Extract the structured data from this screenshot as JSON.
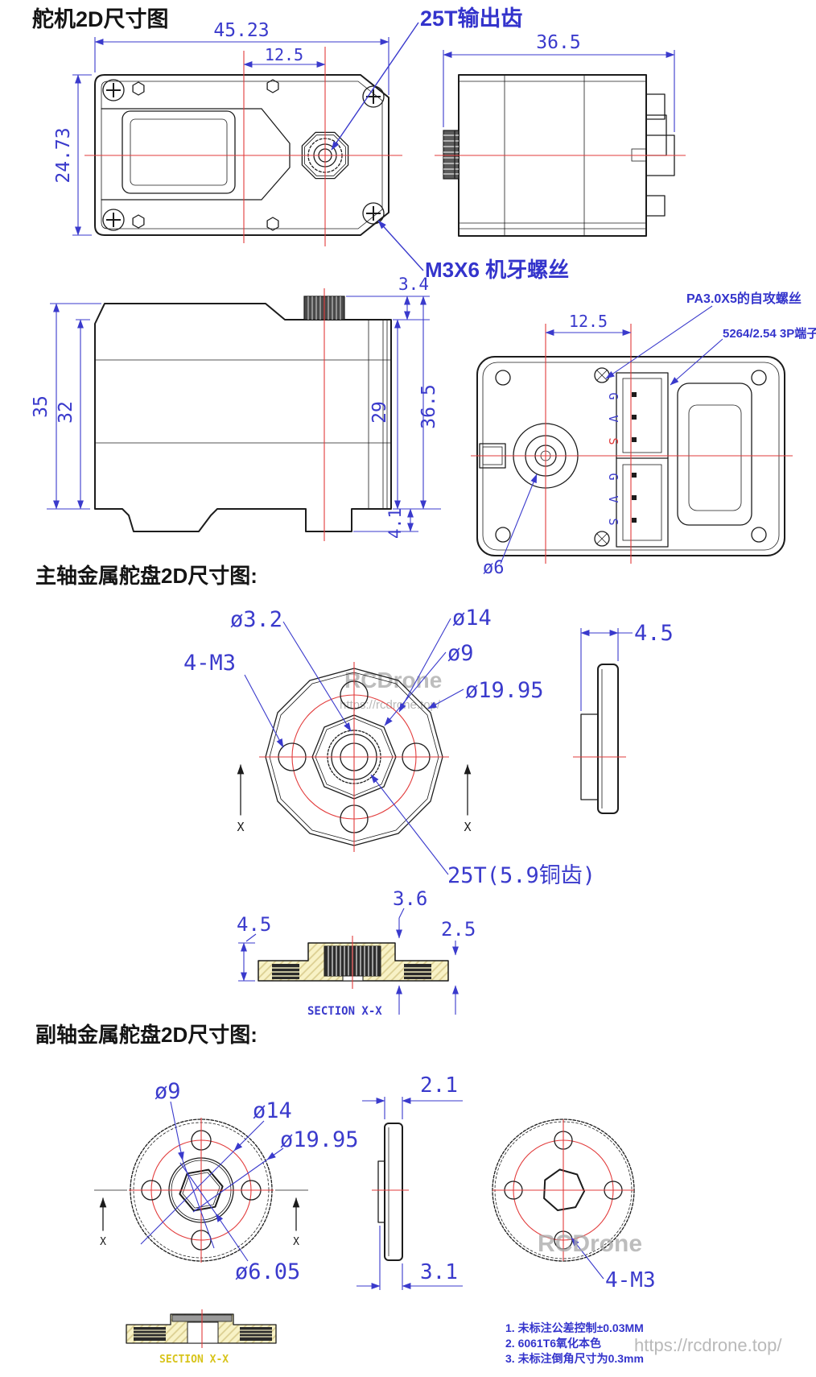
{
  "servo": {
    "heading": "舵机2D尺寸图",
    "top_view": {
      "dim_width": "45.23",
      "dim_gear_offset": "12.5",
      "dim_height": "24.73",
      "label_output_gear": "25T输出齿",
      "label_mount_screw": "M3X6 机牙螺丝"
    },
    "side_view": {
      "dim_depth": "36.5"
    },
    "profile_view": {
      "dim_h35": "35",
      "dim_h32": "32",
      "dim_gear": "3.4",
      "dim_h29": "29",
      "dim_h365": "36.5",
      "dim_foot": "4.1"
    },
    "bottom_view": {
      "dim_offset": "12.5",
      "label_tap_screw": "PA3.0X5的自攻螺丝",
      "label_connector": "5264/2.54 3P端子",
      "label_shaft": "ø6",
      "pins": [
        "G",
        "V",
        "S",
        "G",
        "V",
        "S"
      ]
    }
  },
  "main_horn": {
    "heading": "主轴金属舵盘2D尺寸图:",
    "front_view": {
      "label_hole": "ø3.2",
      "label_screws": "4-M3",
      "label_d14": "ø14",
      "label_d9": "ø9",
      "label_outer": "ø19.95",
      "label_spline": "25T(5.9铜齿)",
      "axis": "X"
    },
    "side_view": {
      "dim_thickness": "4.5"
    },
    "section_view": {
      "dim_left": "4.5",
      "dim_boss": "3.6",
      "dim_plate": "2.5",
      "label": "SECTION X-X"
    }
  },
  "aux_horn": {
    "heading": "副轴金属舵盘2D尺寸图:",
    "front_view": {
      "label_d9": "ø9",
      "label_d14": "ø14",
      "label_outer": "ø19.95",
      "label_center": "ø6.05",
      "axis": "X"
    },
    "side_view": {
      "dim_plate": "2.1",
      "dim_total": "3.1"
    },
    "rear_view": {
      "label_screws": "4-M3"
    },
    "section_view": {
      "label": "SECTION X-X"
    }
  },
  "notes": [
    "1. 未标注公差控制±0.03MM",
    "2. 6061T6氧化本色",
    "3. 未标注倒角尺寸为0.3mm"
  ],
  "watermark": {
    "brand": "RCDrone",
    "url": "https://rcdrone.top/"
  }
}
